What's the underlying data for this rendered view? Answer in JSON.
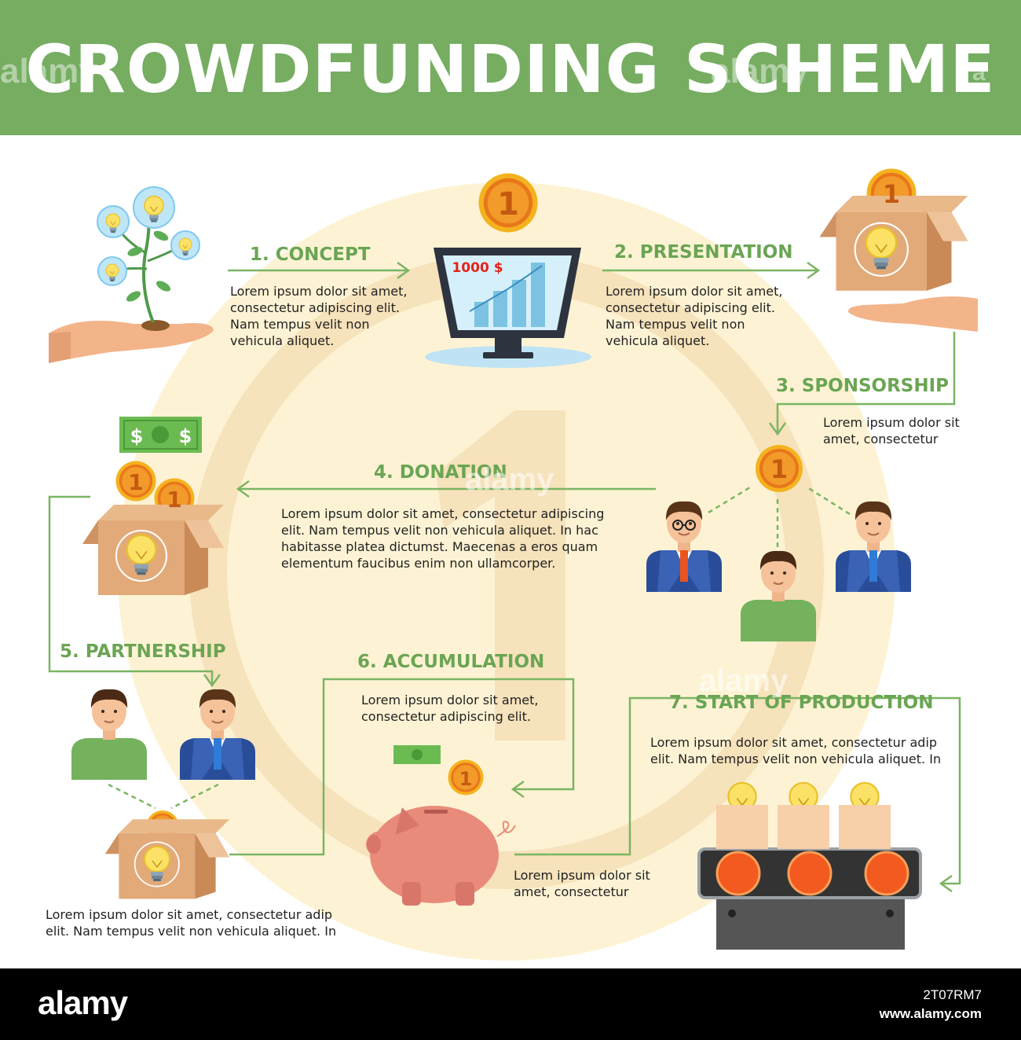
{
  "header": {
    "title": "CROWDFUNDING SCHEME"
  },
  "watermark": {
    "text": "alamy",
    "short": "a"
  },
  "steps": [
    {
      "title": "1. CONCEPT",
      "lines": [
        "Lorem ipsum dolor sit amet,",
        "consectetur adipiscing elit.",
        "Nam tempus velit non",
        "vehicula aliquet."
      ]
    },
    {
      "title": "2. PRESENTATION",
      "lines": [
        "Lorem ipsum dolor sit amet,",
        "consectetur adipiscing elit.",
        "Nam tempus velit non",
        "vehicula aliquet."
      ]
    },
    {
      "title": "3.  SPONSORSHIP",
      "lines": [
        "Lorem ipsum dolor sit",
        "amet, consectetur"
      ]
    },
    {
      "title": "4. DONATION",
      "lines": [
        "Lorem ipsum dolor sit amet, consectetur adipiscing",
        "elit. Nam tempus velit non vehicula aliquet. In hac",
        "habitasse platea dictumst. Maecenas a eros quam",
        "elementum faucibus enim non ullamcorper."
      ]
    },
    {
      "title": "5. PARTNERSHIP",
      "lines": [
        "Lorem ipsum dolor sit amet, consectetur adip",
        "elit. Nam tempus velit non vehicula aliquet. In"
      ]
    },
    {
      "title": "6. ACCUMULATION",
      "lines": [
        "Lorem ipsum dolor sit amet,",
        "consectetur adipiscing elit."
      ],
      "extra_lines": [
        "Lorem ipsum dolor sit",
        "amet, consectetur"
      ]
    },
    {
      "title": "7. START OF PRODUCTION",
      "lines": [
        "Lorem ipsum dolor sit amet, consectetur adip",
        "elit. Nam tempus velit non vehicula aliquet. In"
      ]
    }
  ],
  "monitor": {
    "amount": "1000 $"
  },
  "coin": {
    "label": "1"
  },
  "money": {
    "symbol": "$"
  },
  "footer": {
    "logo": "alamy",
    "image_id": "2T07RM7",
    "site": "www.alamy.com"
  },
  "colors": {
    "banner": "#76ad61",
    "step_title": "#6aa553",
    "connector": "#7ab563",
    "background_circle": "#fdf3d4",
    "coin": "#f29a1f",
    "box": "#d9a375",
    "suit": "#2a4d9a"
  }
}
